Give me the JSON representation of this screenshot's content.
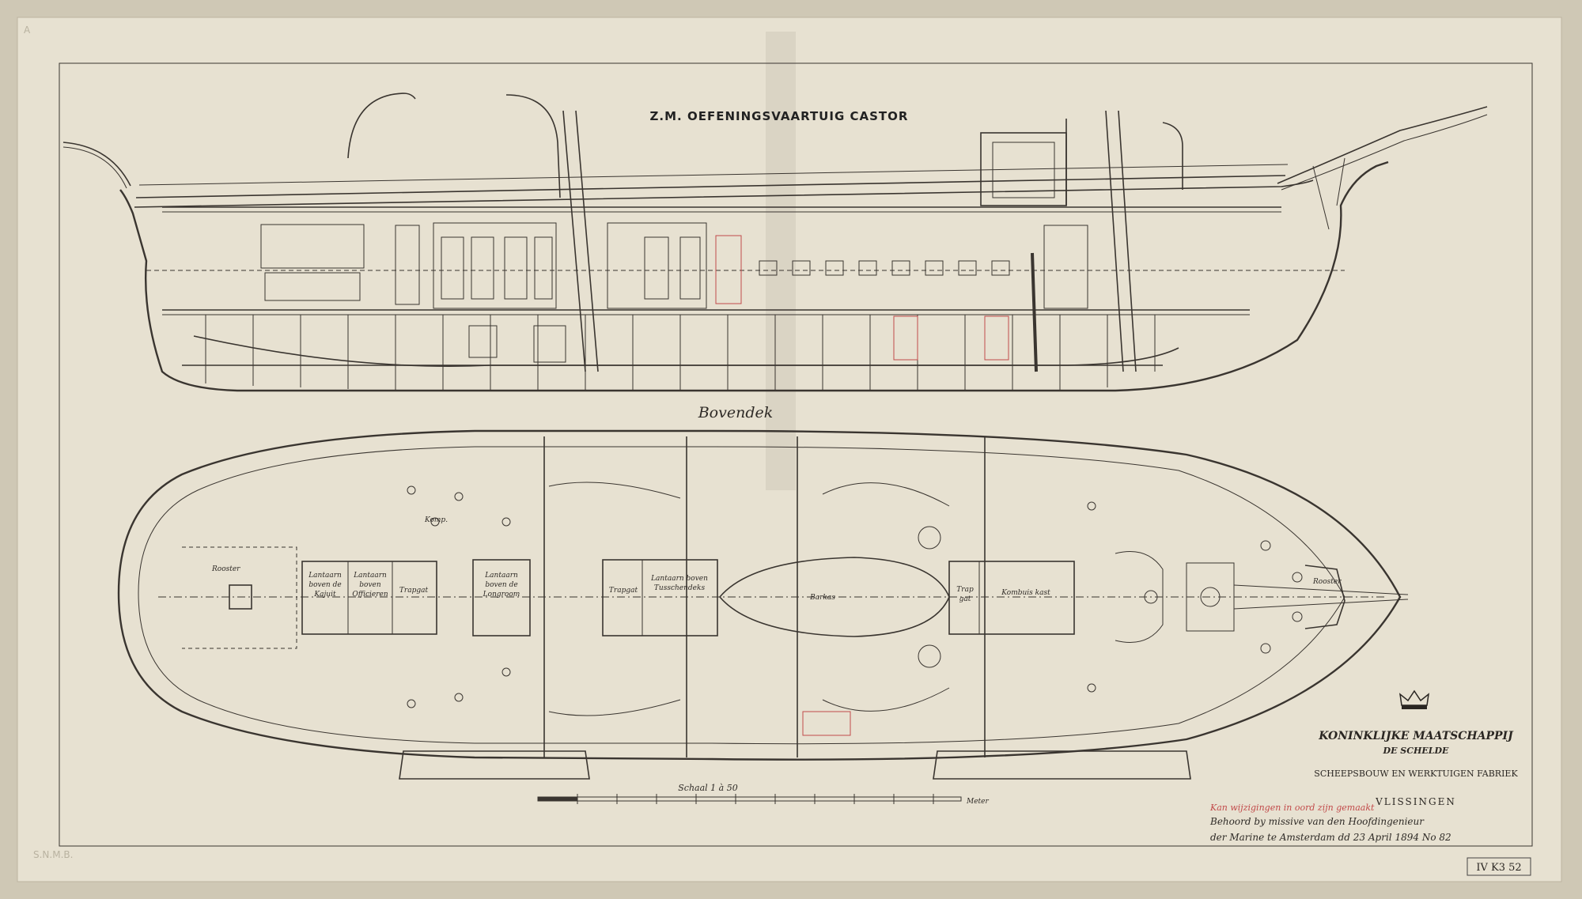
{
  "drawing": {
    "title": "Z.M. OEFENINGSVAARTUIG CASTOR",
    "plan_heading": "Bovendek",
    "scale_label": "Schaal 1 à 50",
    "scale_unit": "Meter",
    "pencil_corner_mark": "A",
    "pencil_margin_mark": "S.N.M.B.",
    "stamp_id": "IV K3 52",
    "labels": {
      "rooster_aft": "Rooster",
      "skylight_1": "Lantaarn boven de Kajuit",
      "skylight_2": "Lantaarn boven Officieren",
      "trap_1": "Trapgat",
      "skylight_3": "Lantaarn boven de Longroom",
      "trap_2": "Trapgat",
      "skylight_4": "Lantaarn boven Tusschendeks",
      "barkas": "Barkas",
      "trap_3": "Trap gat",
      "kombuis": "Kombuis kast",
      "rooster_fwd": "Rooster",
      "kompas": "Komp."
    }
  },
  "company": {
    "name_line1": "KONINKLIJKE MAATSCHAPPIJ",
    "name_line2": "DE SCHELDE",
    "subtitle": "SCHEEPSBOUW EN WERKTUIGEN FABRIEK",
    "city": "VLISSINGEN",
    "red_note": "Kan wijzigingen in oord zijn gemaakt",
    "sign_line1": "Behoord by missive van den Hoofdingenieur",
    "sign_line2": "der Marine te Amsterdam dd 23 April 1894 No 82"
  },
  "colors": {
    "paper": "#e7e1d1",
    "ink": "#3a3530",
    "red_ink": "#c24a4a",
    "margin": "#cfc8b5"
  }
}
